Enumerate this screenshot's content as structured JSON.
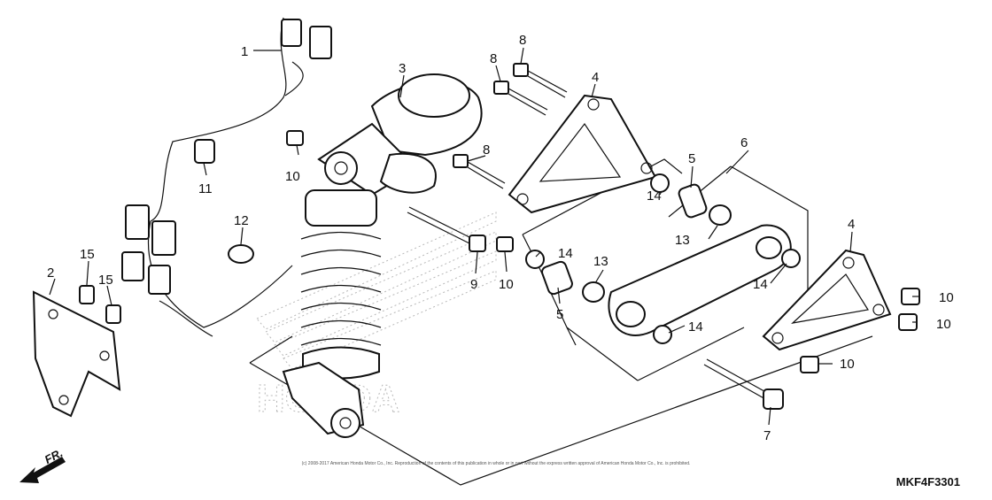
{
  "diagram": {
    "part_code": "MKF4F3301",
    "direction_label": "FR.",
    "watermark": "HONDA",
    "copyright": "(c) 2008-2017 American Honda Motor Co., Inc. Reproduction of the contents of this publication in whole or in part without the express written approval of American Honda Motor Co., Inc. is prohibited.",
    "callouts": [
      {
        "id": "c1",
        "label": "1"
      },
      {
        "id": "c2",
        "label": "2"
      },
      {
        "id": "c3",
        "label": "3"
      },
      {
        "id": "c4a",
        "label": "4"
      },
      {
        "id": "c4b",
        "label": "4"
      },
      {
        "id": "c5a",
        "label": "5"
      },
      {
        "id": "c5b",
        "label": "5"
      },
      {
        "id": "c6",
        "label": "6"
      },
      {
        "id": "c7",
        "label": "7"
      },
      {
        "id": "c8a",
        "label": "8"
      },
      {
        "id": "c8b",
        "label": "8"
      },
      {
        "id": "c8c",
        "label": "8"
      },
      {
        "id": "c9",
        "label": "9"
      },
      {
        "id": "c10a",
        "label": "10"
      },
      {
        "id": "c10b",
        "label": "10"
      },
      {
        "id": "c10c",
        "label": "10"
      },
      {
        "id": "c10d",
        "label": "10"
      },
      {
        "id": "c10e",
        "label": "10"
      },
      {
        "id": "c11",
        "label": "11"
      },
      {
        "id": "c12",
        "label": "12"
      },
      {
        "id": "c13a",
        "label": "13"
      },
      {
        "id": "c13b",
        "label": "13"
      },
      {
        "id": "c14a",
        "label": "14"
      },
      {
        "id": "c14b",
        "label": "14"
      },
      {
        "id": "c14c",
        "label": "14"
      },
      {
        "id": "c14d",
        "label": "14"
      },
      {
        "id": "c15a",
        "label": "15"
      },
      {
        "id": "c15b",
        "label": "15"
      }
    ]
  }
}
